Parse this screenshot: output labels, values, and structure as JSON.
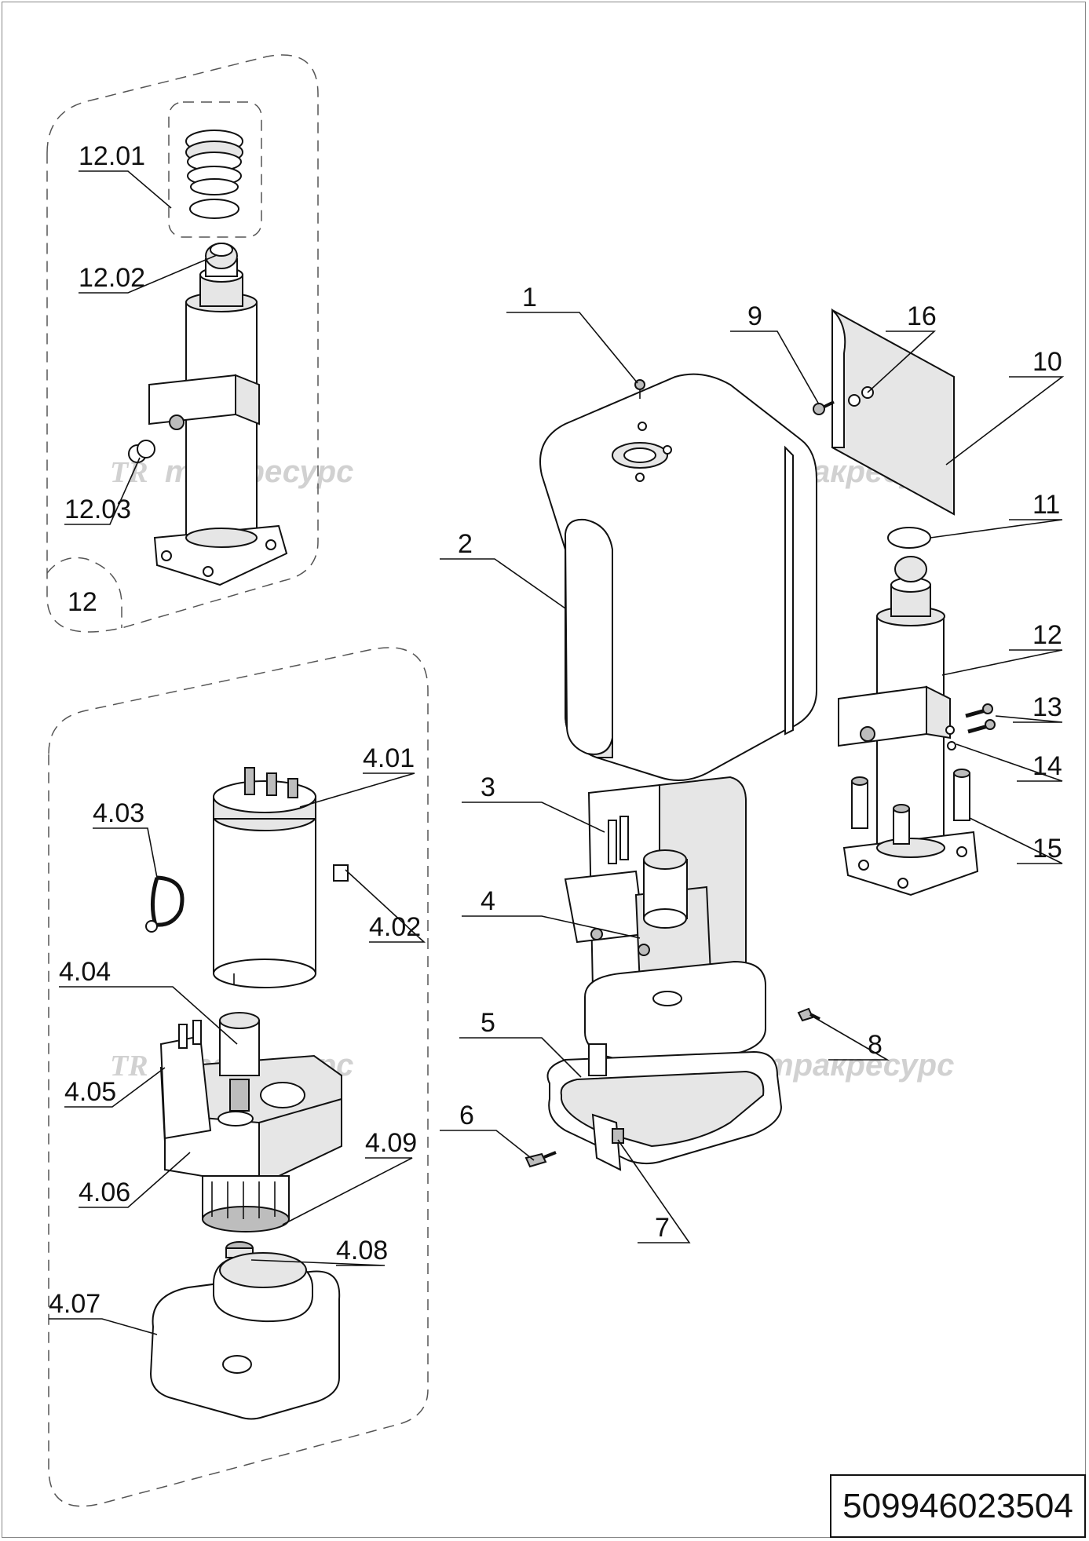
{
  "drawing_number": "509946023504",
  "watermark": {
    "logo": "TR",
    "text": "тракресурс"
  },
  "callouts": {
    "c1": "1",
    "c2": "2",
    "c3": "3",
    "c4": "4",
    "c5": "5",
    "c6": "6",
    "c7": "7",
    "c8": "8",
    "c9": "9",
    "c10": "10",
    "c11": "11",
    "c12": "12",
    "c13": "13",
    "c14": "14",
    "c15": "15",
    "c16": "16",
    "c12_01": "12.01",
    "c12_02": "12.02",
    "c12_03": "12.03",
    "c12_group": "12",
    "c4_01": "4.01",
    "c4_02": "4.02",
    "c4_03": "4.03",
    "c4_04": "4.04",
    "c4_05": "4.05",
    "c4_06": "4.06",
    "c4_07": "4.07",
    "c4_08": "4.08",
    "c4_09": "4.09"
  }
}
